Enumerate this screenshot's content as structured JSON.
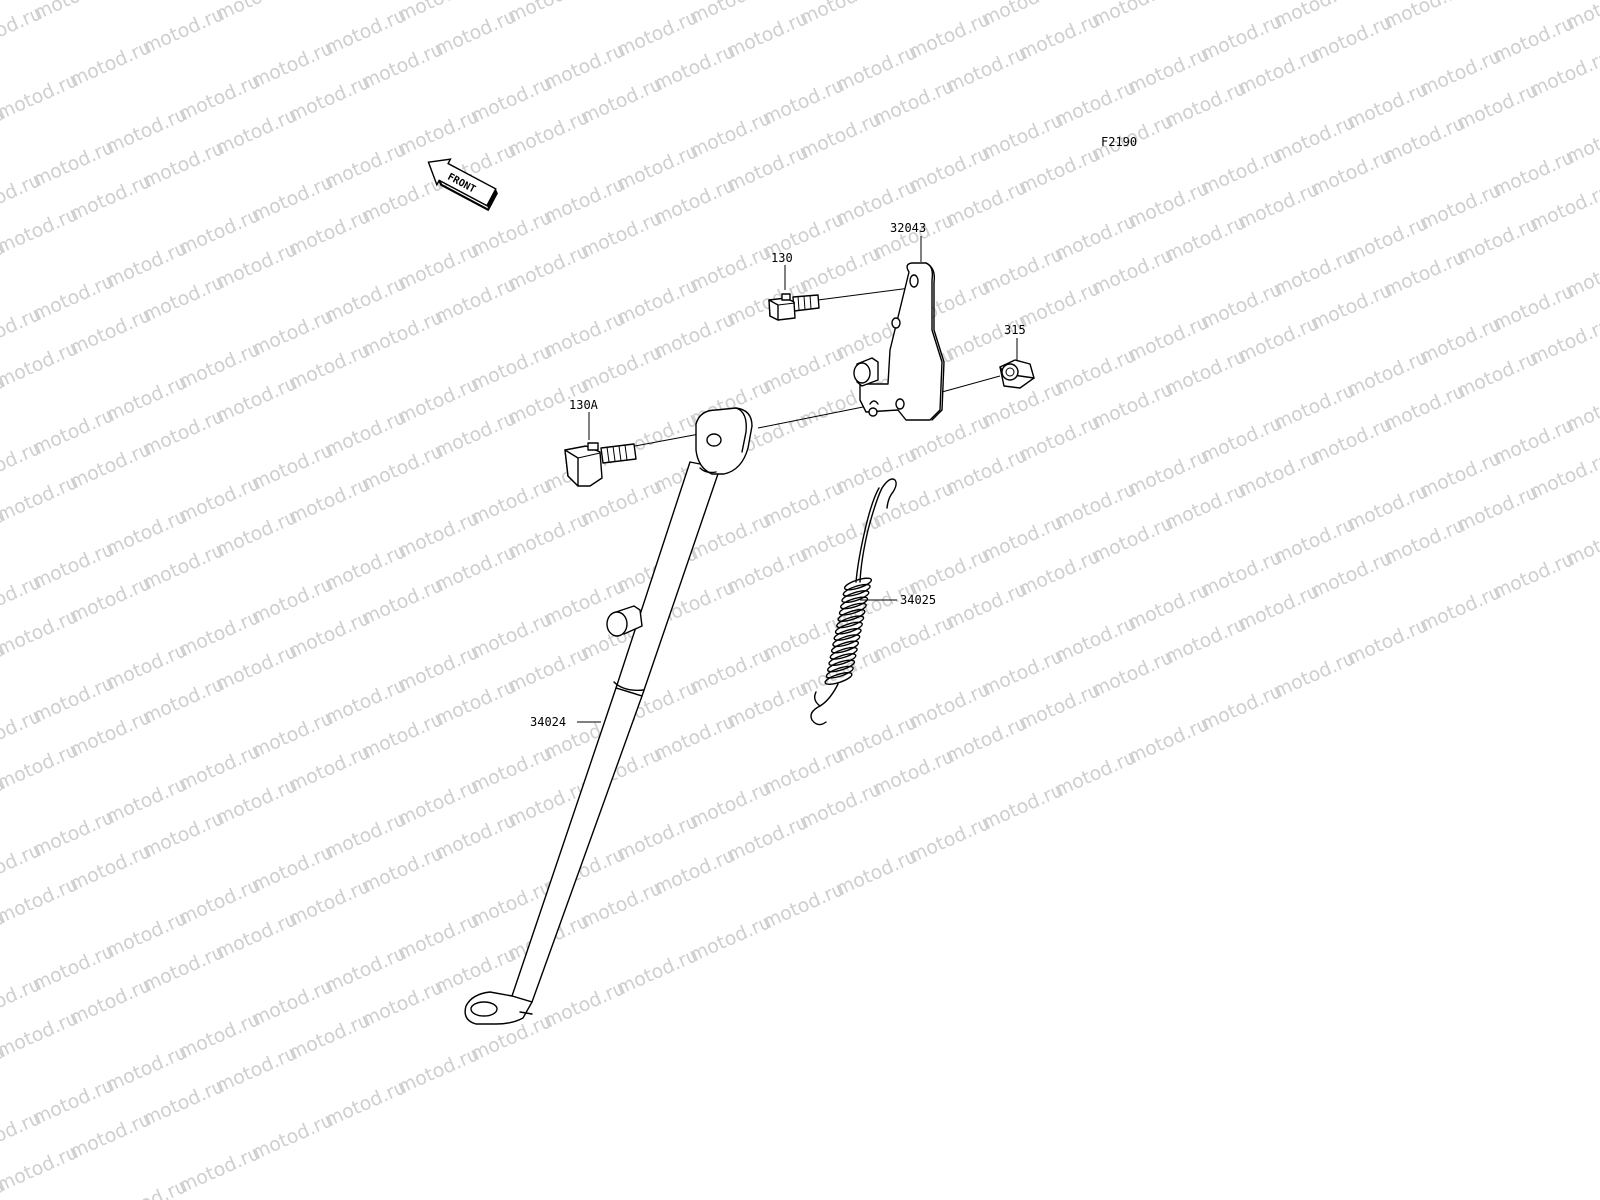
{
  "figure_code": "F2190",
  "front_marker": "FRONT",
  "watermark_text": "motod.ru",
  "callouts": [
    {
      "id": "c-32043",
      "label": "32043"
    },
    {
      "id": "c-130",
      "label": "130"
    },
    {
      "id": "c-315",
      "label": "315"
    },
    {
      "id": "c-130a",
      "label": "130A"
    },
    {
      "id": "c-34025",
      "label": "34025"
    },
    {
      "id": "c-34024",
      "label": "34024"
    }
  ]
}
